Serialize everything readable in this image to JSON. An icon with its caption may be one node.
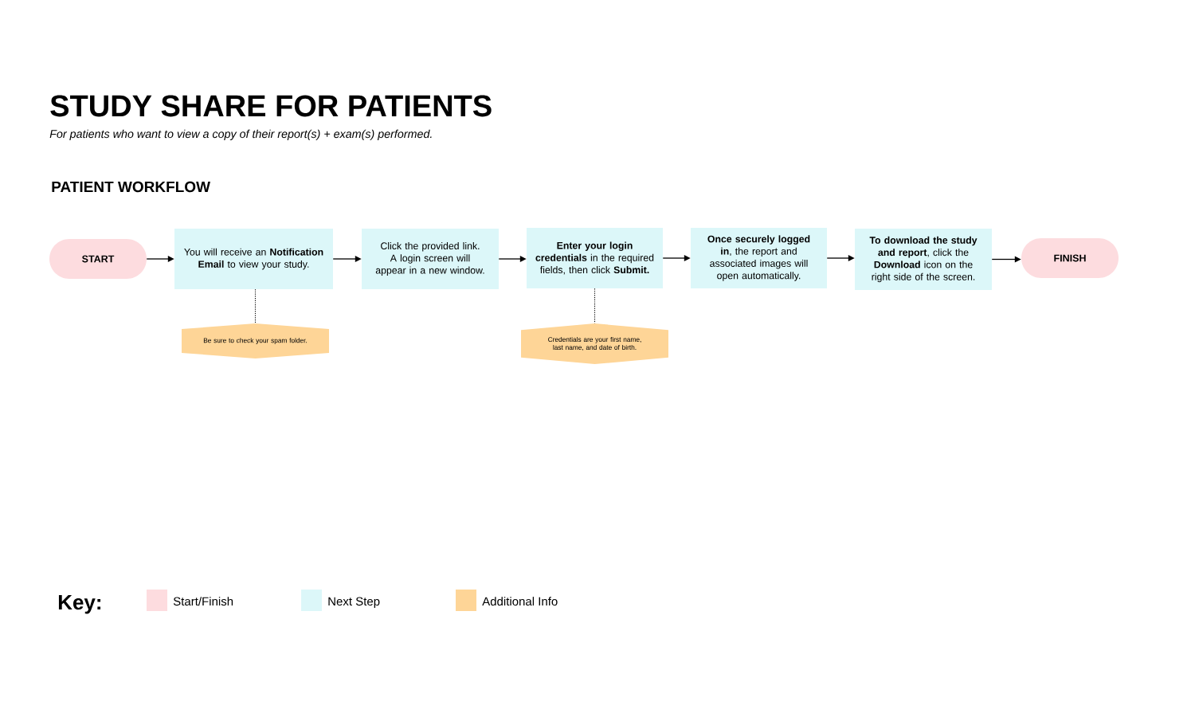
{
  "diagram": {
    "title": "STUDY SHARE FOR PATIENTS",
    "nodes": [
      {
        "text": [
          "START"
        ]
      },
      {
        "text": [
          "You will receive an **Notification Email** to view your study."
        ]
      },
      {
        "text": [
          "Click the provided link. A login screen will appear in a new window."
        ]
      },
      {
        "text": [
          "**Enter your login credentials** in the required fields, then click **Submit.**"
        ]
      },
      {
        "text": [
          "**Once securely logged in**, the report and associated images will open automatically."
        ]
      },
      {
        "text": [
          "**To download the study and report**, click the **Download** icon on the right side of the screen."
        ]
      },
      {
        "text": [
          "FINISH"
        ]
      },
      {
        "text": [
          "Be sure to check your spam folder."
        ]
      },
      {
        "text": [
          "Credentials are your first name, last name, and date of birth."
        ]
      }
    ],
    "edges": [
      {
        "from": 0,
        "to": 1,
        "arrow": "to"
      },
      {
        "from": 1,
        "to": 2,
        "arrow": "to"
      },
      {
        "from": 2,
        "to": 3,
        "arrow": "to"
      },
      {
        "from": 3,
        "to": 4,
        "arrow": "to"
      },
      {
        "from": 4,
        "to": 5,
        "arrow": "to"
      },
      {
        "from": 5,
        "to": 6,
        "arrow": "to"
      },
      {
        "from": 1,
        "to": 7,
        "arrow": "none",
        "style": "dashed"
      },
      {
        "from": 3,
        "to": 8,
        "arrow": "none",
        "style": "dashed"
      }
    ],
    "labels": [
      "For patients who want to view a copy of their report(s) + exam(s) performed.",
      "PATIENT WORKFLOW",
      "Key:"
    ],
    "legend": [
      {
        "text": "Start/Finish",
        "color": "#fddcdf"
      },
      {
        "text": "Next Step",
        "color": "#dcf7f9"
      },
      {
        "text": "Additional Info",
        "color": "#fed597"
      }
    ]
  }
}
